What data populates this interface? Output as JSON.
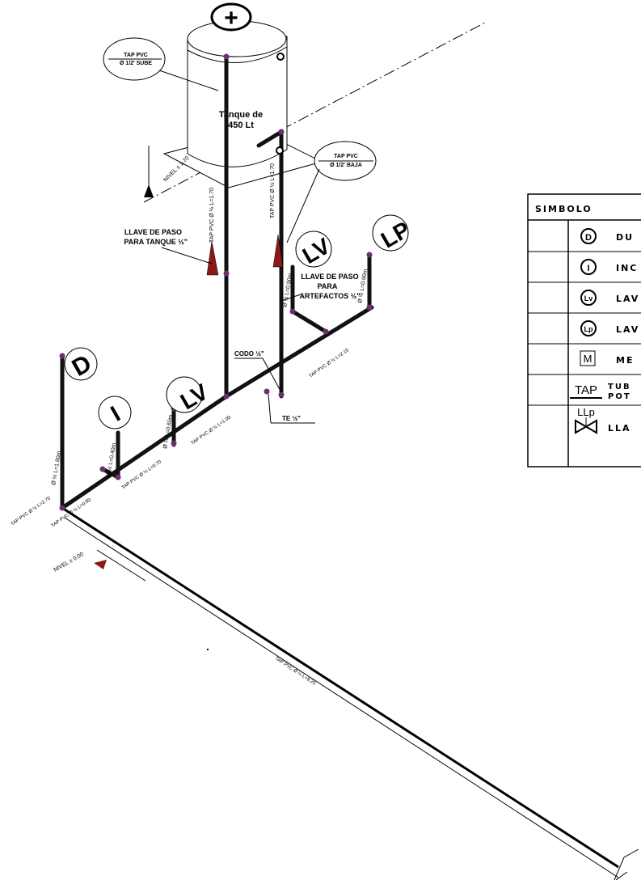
{
  "tank": {
    "name_line1": "Tanque de",
    "name_line2": "450 Lt",
    "tag_up_line1": "TAP PVC",
    "tag_up_line2": "Ø 1/2' SUBE",
    "tag_down_line1": "TAP PVC",
    "tag_down_line2": "Ø 1/2' BAJA",
    "top_symbol": "+"
  },
  "labels": {
    "level_upper": "NIVEL  ± 1.70",
    "level_zero": "NIVEL  ± 0.00",
    "valve_tank_line1": "LLAVE DE PASO",
    "valve_tank_line2": "PARA TANQUE ½\"",
    "valve_fixtures_line1": "LLAVE DE PASO",
    "valve_fixtures_line2": "PARA",
    "valve_fixtures_line3": "ARTEFACTOS ½\"",
    "elbow": "CODO ½\"",
    "tee": "TE ½\""
  },
  "pipe_labels": {
    "riser_tank": "TAP PVC Ø ½ L=1.70",
    "riser_down": "TAP PVC Ø ½ L=1.70",
    "riser_shower": "Ø ½ L=1.90m",
    "riser_toilet": "Ø ½ L=0.40m",
    "riser_lavatory": "Ø ½ L=0.60m",
    "riser_lv_upper": "Ø ½ L=0.90m",
    "riser_lp": "Ø ½ L=0.90m",
    "run_270": "TAP PVC Ø ½ L=2.70",
    "run_080": "TAP PVC Ø ½ L=0.80",
    "run_070": "TAP PVC Ø ½ L=0.70",
    "run_100": "TAP PVC Ø ½ L=1.00",
    "run_215": "TAP PVC Ø ½ L=2.15",
    "run_820": "TAP PVC Ø ½ L=8.20"
  },
  "fixtures": {
    "shower": "D",
    "toilet": "I",
    "lavatory": "LV",
    "lavatory_upper": "LV",
    "laundry": "LP"
  },
  "legend": {
    "header": "SIMBOLO",
    "rows": [
      {
        "symbol": "D",
        "text": "DU"
      },
      {
        "symbol": "I",
        "text": "INC"
      },
      {
        "symbol": "Lv",
        "text": "LAV"
      },
      {
        "symbol": "Lp",
        "text": "LAV"
      },
      {
        "symbol": "M",
        "text": "ME"
      },
      {
        "symbol": "TAP",
        "text_line1": "TUB",
        "text_line2": "POT"
      },
      {
        "symbol": "LLp",
        "text": "LLA"
      }
    ]
  },
  "colors": {
    "pipe": "#111111",
    "joint": "#6b2f6b",
    "line": "#000000"
  }
}
